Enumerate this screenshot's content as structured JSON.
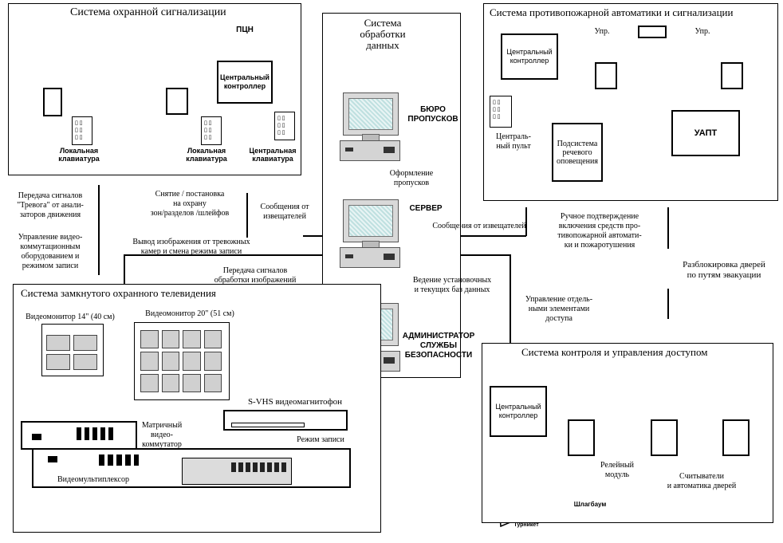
{
  "security_alarm": {
    "title": "Система охранной сигнализации",
    "pcn": "ПЦН",
    "central_controller": "Центральный\nконтроллер",
    "local_keyboard_1": "Локальная\nклавиатура",
    "local_keyboard_2": "Локальная\nклавиатура",
    "central_keyboard": "Центральная\nклавиатура"
  },
  "data_processing": {
    "title": "Система\nобработки\nданных",
    "pass_bureau": "БЮРО\nПРОПУСКОВ",
    "pass_issue": "Оформление\nпропусков",
    "server": "СЕРВЕР",
    "db_maintenance": "Ведение установочных\nи текущих баз данных",
    "security_admin": "АДМИНИСТРАТОР\nСЛУЖБЫ\nБЕЗОПАСНОСТИ"
  },
  "fire": {
    "title": "Система противопожарной автоматики и сигнализации",
    "upr_left": "Упр.",
    "upr_right": "Упр.",
    "central_controller": "Центральный\nконтроллер",
    "central_panel": "Централь-\nный пульт",
    "voice": "Подсистема\nречевого\nоповещения",
    "uapt": "УАПТ"
  },
  "cctv": {
    "title": "Система замкнутого охранного телевидения",
    "monitor14": "Видеомонитор 14\" (40 см)",
    "monitor20": "Видеомонитор 20\" (51 см)",
    "vcr": "S-VHS видеомагнитофон",
    "matrix_switch": "Матричный\nвидео-\nкоммутатор",
    "rec_mode": "Режим записи",
    "multiplexer": "Видеомультиплексор"
  },
  "access": {
    "title": "Система контроля и управления доступом",
    "central_controller": "Центральный\nконтроллер",
    "relay": "Релейный\nмодуль",
    "readers": "Считыватели\nи автоматика дверей",
    "barrier": "Шлагбаум",
    "turnstile": "Турникет"
  },
  "links": {
    "alarm_transfer": "Передача сигналов\n\"Тревога\" от анали-\nзаторов движения",
    "video_switch_control": "Управление видео-\nкоммутационным\nоборудованием и\nрежимом записи",
    "arm_disarm": "Снятие / постановка\nна охрану\nзон/разделов /шлейфов",
    "detector_messages_left": "Сообщения от\nизвещателей",
    "video_output": "Вывод изображения от тревожных\nкамер и смена режима записи",
    "video_processing_signals": "Передача сигналов\nобработки изображений",
    "detector_messages_right": "Сообщения от извещателей",
    "manual_confirm": "Ручное подтверждение\nвключения средств про-\nтивопожарной автомати-\nки и пожаротушения",
    "door_unlock": "Разблокировка дверей\nпо путям эвакуации",
    "element_control": "Управление отдель-\nными элементами\nдоступа"
  }
}
